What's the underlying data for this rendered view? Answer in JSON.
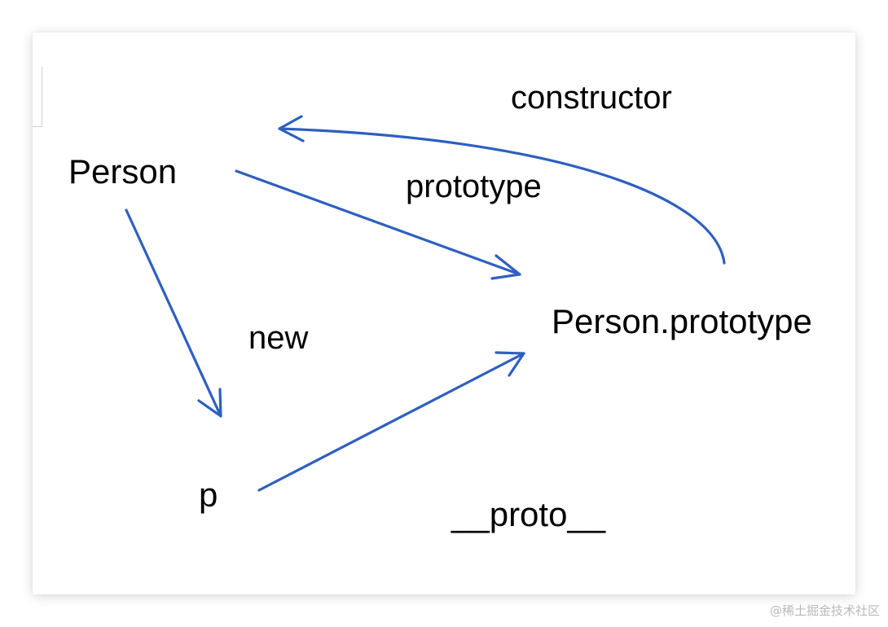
{
  "nodes": {
    "person": "Person",
    "person_prototype": "Person.prototype",
    "instance": "p"
  },
  "edges": {
    "prototype": "prototype",
    "constructor": "constructor",
    "new": "new",
    "proto": "__proto__"
  },
  "colors": {
    "arrow": "#2e5fc0",
    "text": "#000000"
  },
  "watermark": "@稀土掘金技术社区"
}
